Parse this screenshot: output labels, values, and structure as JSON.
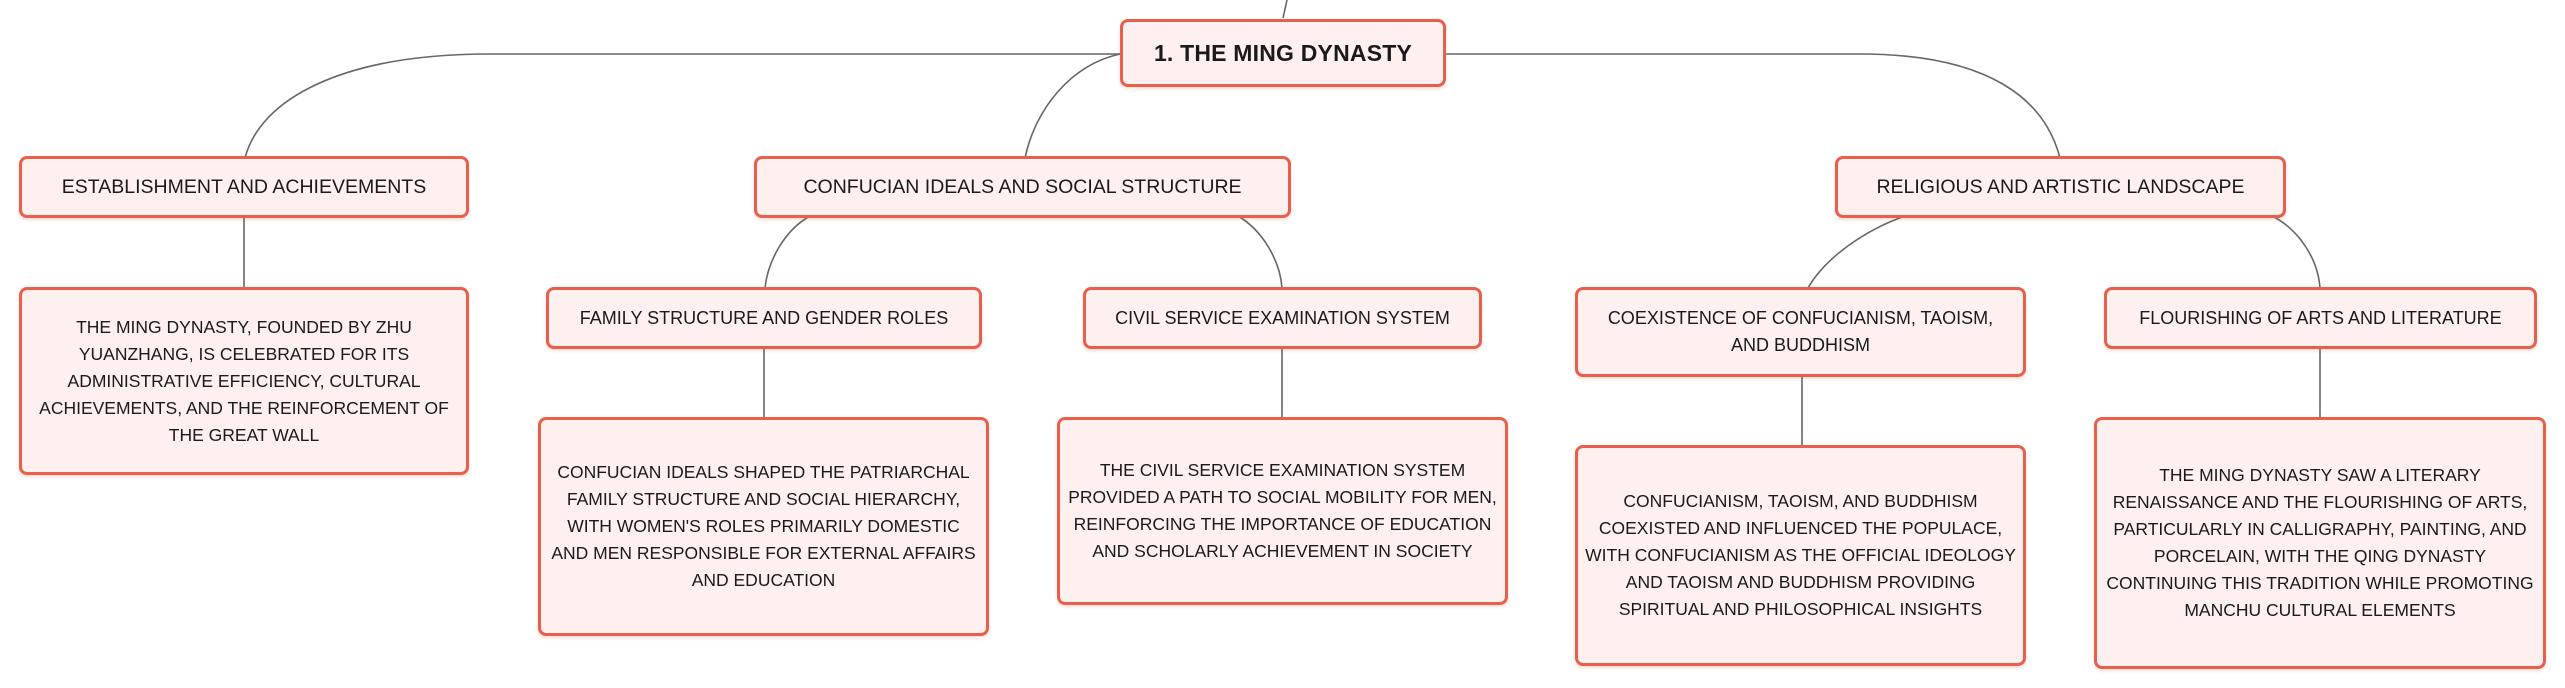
{
  "root": {
    "label": "1. THE MING DYNASTY"
  },
  "branches": [
    {
      "label": "ESTABLISHMENT AND ACHIEVEMENTS",
      "description": "THE MING DYNASTY, FOUNDED BY ZHU YUANZHANG, IS CELEBRATED FOR ITS ADMINISTRATIVE EFFICIENCY, CULTURAL ACHIEVEMENTS, AND THE REINFORCEMENT OF THE GREAT WALL"
    },
    {
      "label": "CONFUCIAN IDEALS AND SOCIAL STRUCTURE",
      "children": [
        {
          "label": "FAMILY STRUCTURE AND GENDER ROLES",
          "description": "CONFUCIAN IDEALS SHAPED THE PATRIARCHAL FAMILY STRUCTURE AND SOCIAL HIERARCHY, WITH WOMEN'S ROLES PRIMARILY DOMESTIC AND MEN RESPONSIBLE FOR EXTERNAL AFFAIRS AND EDUCATION"
        },
        {
          "label": "CIVIL SERVICE EXAMINATION SYSTEM",
          "description": "THE CIVIL SERVICE EXAMINATION SYSTEM PROVIDED A PATH TO SOCIAL MOBILITY FOR MEN, REINFORCING THE IMPORTANCE OF EDUCATION AND SCHOLARLY ACHIEVEMENT IN SOCIETY"
        }
      ]
    },
    {
      "label": "RELIGIOUS AND ARTISTIC LANDSCAPE",
      "children": [
        {
          "label": "COEXISTENCE OF CONFUCIANISM, TAOISM, AND BUDDHISM",
          "description": "CONFUCIANISM, TAOISM, AND BUDDHISM COEXISTED AND INFLUENCED THE POPULACE, WITH CONFUCIANISM AS THE OFFICIAL IDEOLOGY AND TAOISM AND BUDDHISM PROVIDING SPIRITUAL AND PHILOSOPHICAL INSIGHTS"
        },
        {
          "label": "FLOURISHING OF ARTS AND LITERATURE",
          "description": "THE MING DYNASTY SAW A LITERARY RENAISSANCE AND THE FLOURISHING OF ARTS, PARTICULARLY IN CALLIGRAPHY, PAINTING, AND PORCELAIN, WITH THE QING DYNASTY CONTINUING THIS TRADITION WHILE PROMOTING MANCHU CULTURAL ELEMENTS"
        }
      ]
    }
  ],
  "colors": {
    "node_border": "#e8604c",
    "node_fill": "#fdf0ee",
    "connector": "#666666"
  }
}
